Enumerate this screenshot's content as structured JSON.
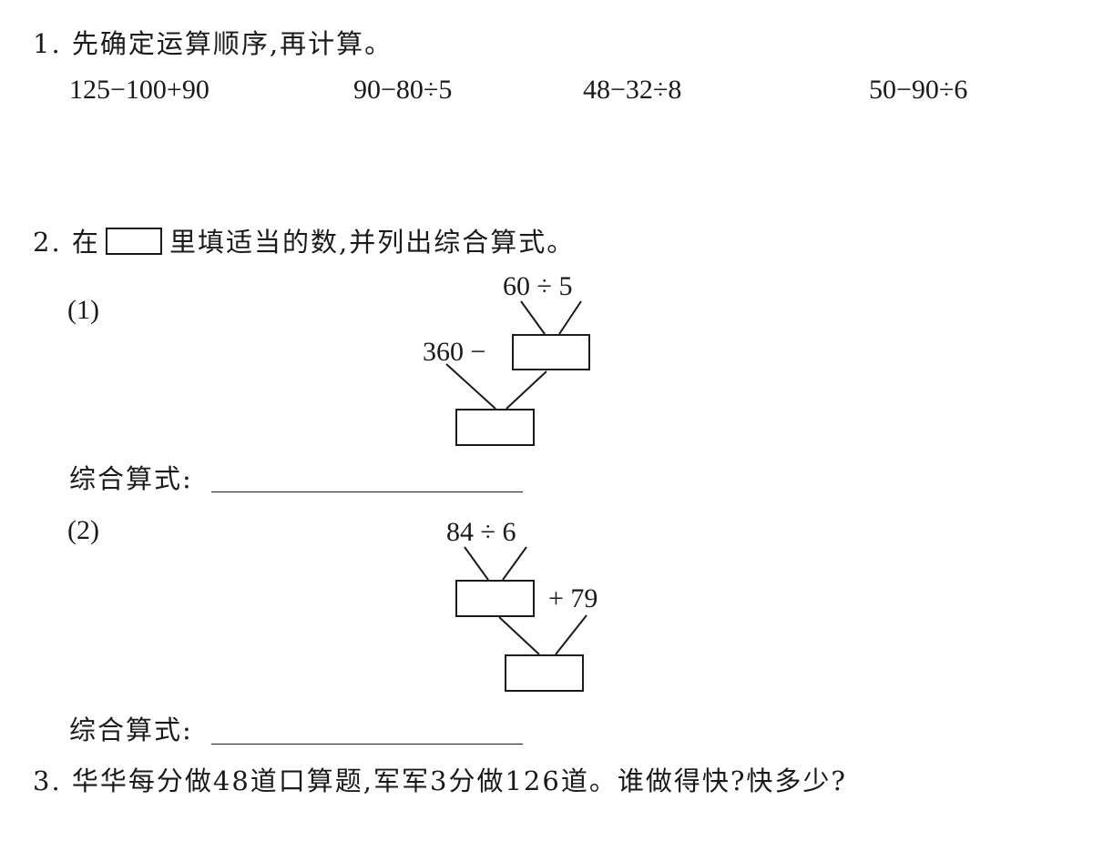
{
  "q1": {
    "number": "1.",
    "text": "先确定运算顺序,再计算。",
    "expressions": [
      "125−100+90",
      "90−80÷5",
      "48−32÷8",
      "50−90÷6"
    ]
  },
  "q2": {
    "number": "2.",
    "text_before": "在",
    "text_after": "里填适当的数,并列出综合算式。",
    "part1": {
      "label": "(1)",
      "top_expr": "60 ÷ 5",
      "left_expr": "360 −",
      "formula_label": "综合算式:"
    },
    "part2": {
      "label": "(2)",
      "top_expr": "84 ÷ 6",
      "right_expr": "+ 79",
      "formula_label": "综合算式:"
    }
  },
  "q3": {
    "number": "3.",
    "text": "华华每分做48道口算题,军军3分做126道。谁做得快?快多少?"
  }
}
